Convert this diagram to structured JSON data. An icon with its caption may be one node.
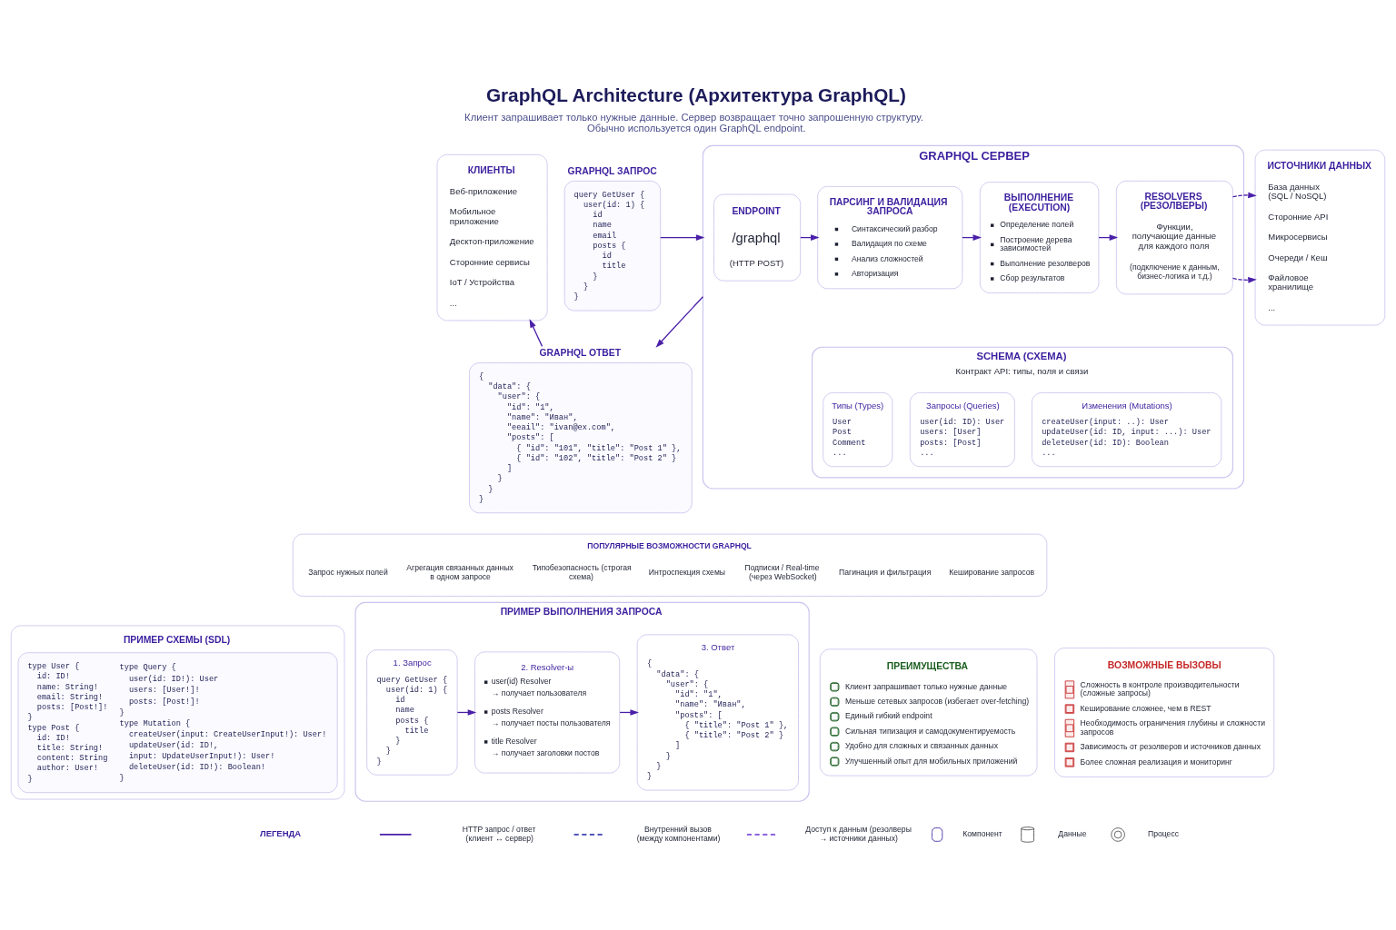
{
  "diagram": {
    "title": "GraphQL Architecture (Архитектура GraphQL)",
    "caption": "Клиент запрашивает только нужные данные. Сервер возвращает точно запрошенную структуру. Обычно используется один GraphQL endpoint.",
    "nodes": [
      {
        "text": [
          "КЛИЕНТЫ",
          "Веб-приложение",
          "Мобильное приложение",
          "Десктоп-приложение",
          "Сторонние сервисы",
          "IoT / Устройства",
          "..."
        ]
      },
      {
        "text": [
          "GRAPHQL ЗАПРОС",
          "query GetUser {",
          "user(id: 1) {",
          "id",
          "name",
          "email",
          "posts {",
          "id",
          "title",
          "}",
          "}",
          "}"
        ]
      },
      {
        "text": [
          "GRAPHQL ОТВЕТ",
          "{",
          "\"data\": {",
          "\"user\": {",
          "\"id\": \"1\",",
          "\"name\": \"Иван\",",
          "\"eeail\": \"ivan@ex.com\",",
          "\"posts\": [",
          "{ \"id\": \"101\", \"title\": \"Post 1\" },",
          "{ \"id\": \"102\", \"title\": \"Post 2\" }",
          "]",
          "}",
          "}",
          "}"
        ]
      },
      {
        "text": [
          "GRAPHQL СЕРВЕР"
        ]
      },
      {
        "text": [
          "ENDPOINT",
          "/graphql",
          "(HTTP POST)"
        ],
        "in": 3
      },
      {
        "text": [
          "ПАРСИНГ И ВАЛИДАЦИЯ ЗАПРОСА",
          "Синтаксический разбор",
          "Валидация по схеме",
          "Анализ сложностей",
          "Авторизация"
        ],
        "in": 3
      },
      {
        "text": [
          "ВЫПОЛНЕНИЕ (EXECUTION)",
          "Определение полей",
          "Построение дерева зависимостей",
          "Выполнение резолверов",
          "Сбор результатов"
        ],
        "in": 3
      },
      {
        "text": [
          "RESOLVERS (РЕЗОЛВЕРЫ)",
          "Функции, получающие данные для каждого поля",
          "(подключение к данным, бизнес-логика и т.д.)"
        ],
        "in": 3
      },
      {
        "text": [
          "SCHEMA (СХЕМА)",
          "Контракт API: типы, поля и связи"
        ],
        "in": 3
      },
      {
        "text": [
          "Типы (Types)",
          "User",
          "Post",
          "Comment",
          "..."
        ],
        "in": 8
      },
      {
        "text": [
          "Запросы (Queries)",
          "user(id: ID): User",
          "users: [User]",
          "posts: [Post]",
          "..."
        ],
        "in": 8
      },
      {
        "text": [
          "Изменения (Mutations)",
          "createUser(input: ..): User",
          "updateUser(id: ID, input: ...): User",
          "deleteUser(id: ID): Boolean",
          "..."
        ],
        "in": 8
      },
      {
        "text": [
          "ИСТОЧНИКИ ДАННЫХ",
          "База данных (SQL / NoSQL)",
          "Сторонние API",
          "Микросервисы",
          "Очереди / Кеш",
          "Файловое хранилище",
          "..."
        ]
      },
      {
        "text": [
          "ПОПУЛЯРНЫЕ ВОЗМОЖНОСТИ GRAPHQL",
          "Запрос нужных полей",
          "Агрегация связанных данных в одном запросе",
          "Типобезопасность (строгая схема)",
          "Интроспекция схемы",
          "Подписки / Real-time (через WebSocket)",
          "Пагинация и фильтрация",
          "Кеширование запросов"
        ]
      },
      {
        "text": [
          "ПРИМЕР СХЕМЫ (SDL)",
          "type User {",
          "id: ID!",
          "name: String!",
          "email: String!",
          "posts: [Post!]!",
          "}",
          "type Post {",
          "id: ID!",
          "title: String!",
          "content: String",
          "author: User!",
          "}",
          "type Query {",
          "user(id: ID!): User",
          "users: [User!]!",
          "posts: [Post!]!",
          "}",
          "type Mutation {",
          "createUser(input: CreateUserInput!): User!",
          "updateUser(id: ID!,",
          "input: UpdateUserInput!): User!",
          "deleteUser(id: ID!): Boolean!",
          "}"
        ]
      },
      {
        "text": [
          "ПРИМЕР ВЫПОЛНЕНИЯ ЗАПРОСА"
        ]
      },
      {
        "text": [
          "1. Запрос",
          "query GetUser {",
          "user(id: 1) {",
          "id",
          "name",
          "posts {",
          "title",
          "}",
          "}",
          "}"
        ],
        "in": 15
      },
      {
        "text": [
          "2. Resolver-ы",
          "user(id) Resolver",
          "→ получает пользователя",
          "posts Resolver",
          "→ получает посты пользователя",
          "title Resolver",
          "→ получает заголовки постов"
        ],
        "in": 15
      },
      {
        "text": [
          "3. Ответ",
          "{",
          "\"data\": {",
          "\"user\": {",
          "\"id\": \"1\",",
          "\"name\": \"Иван\",",
          "\"posts\": [",
          "{ \"title\": \"Post 1\" },",
          "{ \"title\": \"Post 2\" }",
          "]",
          "}",
          "}",
          "}"
        ],
        "in": 15
      },
      {
        "text": [
          "ПРЕИМУЩЕСТВА",
          "Клиент запрашивает только нужные данные",
          "Меньше сетевых запросов (избегает over-fetching)",
          "Единый гибкий endpoint",
          "Сильная типизация и самодокументируемость",
          "Удобно для сложных и связанных данных",
          "Улучшенный опыт для мобильных приложений"
        ]
      },
      {
        "text": [
          "ВОЗМОЖНЫЕ ВЫЗОВЫ",
          "Сложность в контроле производительности (сложные запросы)",
          "Кеширование сложнее, чем в REST",
          "Необходимость ограничения глубины и сложности запросов",
          "Зависимость от резолверов и источников данных",
          "Более сложная реализация и мониторинг"
        ]
      }
    ],
    "edges": [
      {
        "from": 1,
        "to": 3,
        "arrow": "to"
      },
      {
        "from": 3,
        "to": 2,
        "arrow": "to"
      },
      {
        "from": 2,
        "to": 0,
        "arrow": "to"
      },
      {
        "from": 4,
        "to": 5,
        "arrow": "to"
      },
      {
        "from": 5,
        "to": 6,
        "arrow": "to"
      },
      {
        "from": 6,
        "to": 7,
        "arrow": "to"
      },
      {
        "from": 7,
        "to": 12,
        "arrow": "to",
        "style": "dashed"
      },
      {
        "from": 7,
        "to": 12,
        "arrow": "to",
        "style": "dashed"
      },
      {
        "from": 16,
        "to": 17,
        "arrow": "to"
      },
      {
        "from": 17,
        "to": 18,
        "arrow": "to"
      }
    ],
    "labels": [
      "ЛЕГЕНДА"
    ],
    "legend": [
      {
        "text": "HTTP запрос / ответ (клиент ↔ сервер)"
      },
      {
        "text": "Внутренний вызов (между компонентами)"
      },
      {
        "text": "Доступ к данным (резолверы → источники данных)"
      },
      {
        "text": "Компонент"
      },
      {
        "text": "Данные"
      },
      {
        "text": "Процесс"
      }
    ]
  }
}
